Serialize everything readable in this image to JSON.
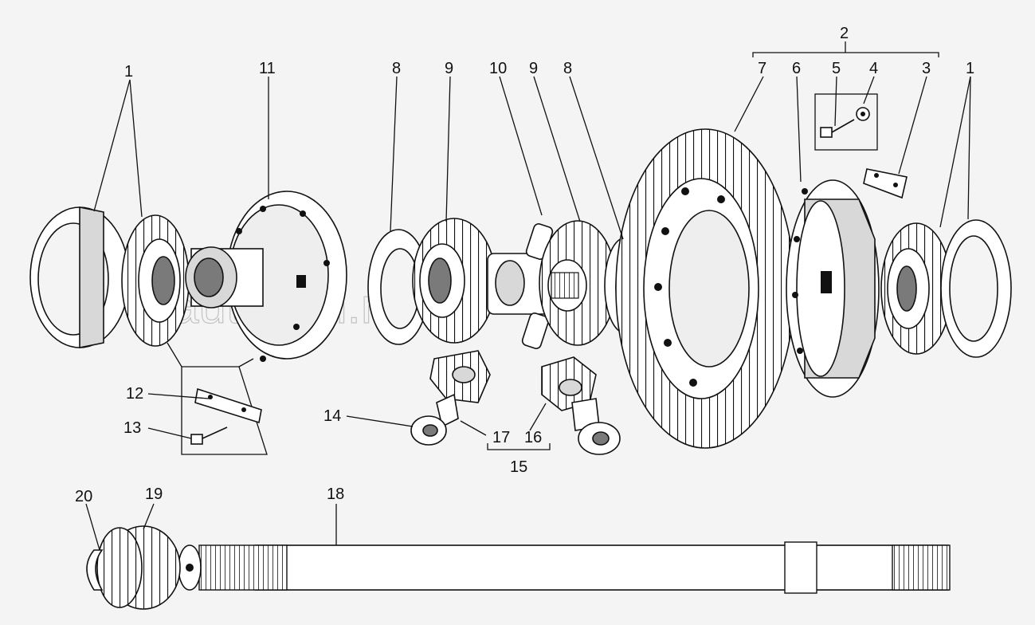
{
  "diagram": {
    "title": "Differential assembly — exploded view",
    "watermark": "autoyon.ru",
    "colors": {
      "background": "#f4f4f4",
      "ink": "#111111",
      "fill_light": "#ffffff",
      "fill_mid": "#d8d8d8",
      "fill_dark": "#7a7a7a"
    },
    "callouts": {
      "c1_left": "1",
      "c11": "11",
      "c8_left": "8",
      "c9_left": "9",
      "c10": "10",
      "c9_right": "9",
      "c8_right": "8",
      "c7": "7",
      "c6": "6",
      "c2": "2",
      "c5": "5",
      "c4": "4",
      "c3": "3",
      "c1_right": "1",
      "c12": "12",
      "c13": "13",
      "c14": "14",
      "c17": "17",
      "c16": "16",
      "c15": "15",
      "c20": "20",
      "c19": "19",
      "c18": "18"
    }
  }
}
